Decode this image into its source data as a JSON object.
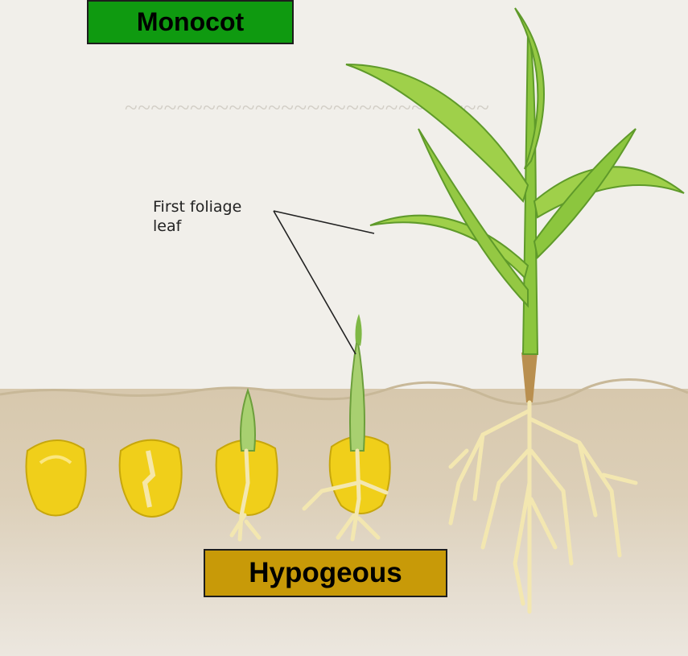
{
  "labels": {
    "monocot": "Monocot",
    "hypogeous": "Hypogeous",
    "first_foliage_leaf_line1": "First foliage",
    "first_foliage_leaf_line2": "leaf"
  },
  "colors": {
    "monocot_box": "#0f9a10",
    "hypogeous_box": "#c89a08",
    "leaf_green": "#8cc63e",
    "leaf_dark": "#5f9a2a",
    "seed_yellow": "#f2d21c",
    "root_cream": "#f3e7b0",
    "soil": "#d7c8ad"
  },
  "icons": [
    "corn-kernel",
    "corn-seedling",
    "corn-plant"
  ]
}
